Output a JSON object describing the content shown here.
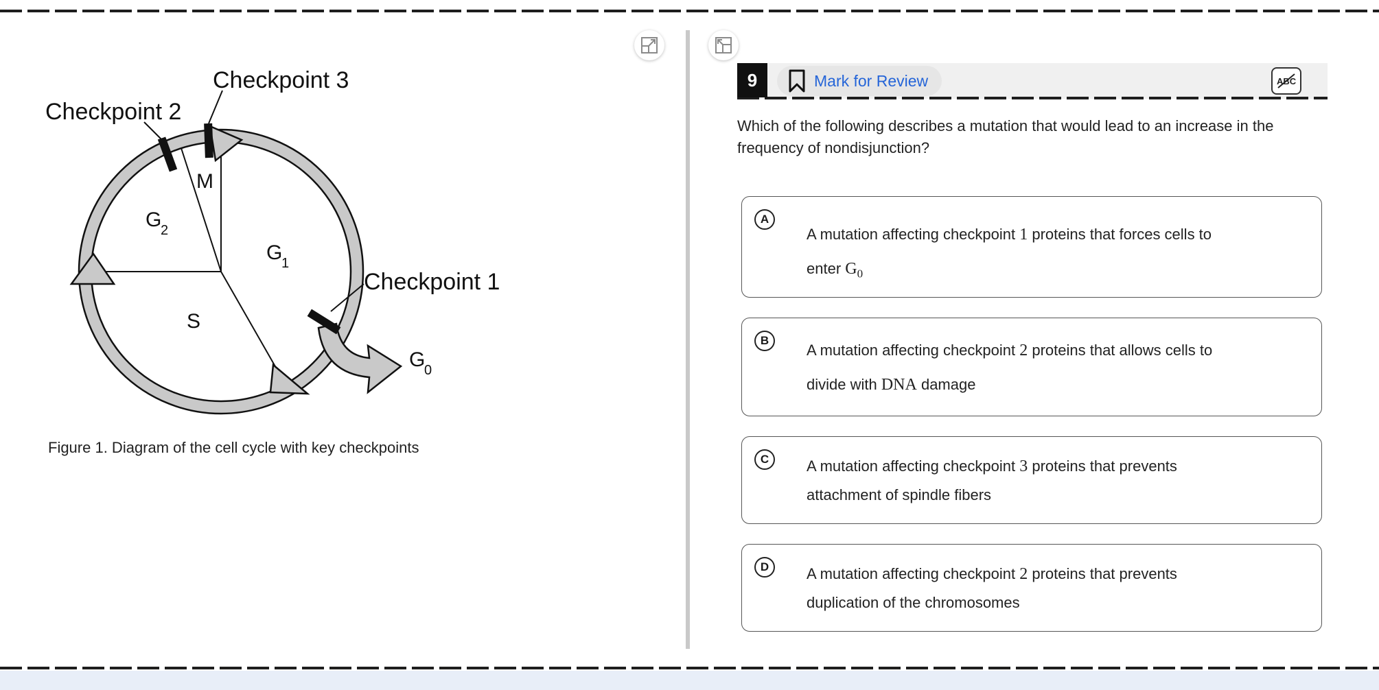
{
  "figure": {
    "labels": {
      "checkpoint_1": "Checkpoint 1",
      "checkpoint_2": "Checkpoint 2",
      "checkpoint_3": "Checkpoint 3",
      "g1": "G",
      "g1_sub": "1",
      "g2": "G",
      "g2_sub": "2",
      "g0": "G",
      "g0_sub": "0",
      "s": "S",
      "m": "M"
    },
    "caption": "Figure 1. Diagram of the cell cycle with key checkpoints"
  },
  "header": {
    "question_number": "9",
    "mark_for_review": "Mark for Review",
    "abc_label": "ABC"
  },
  "question": {
    "text": "Which of the following describes a mutation that would lead to an increase in the frequency of nondisjunction?"
  },
  "choices": [
    {
      "letter": "A",
      "p1": "A mutation affecting checkpoint ",
      "m1": "1",
      "p2": " proteins that forces cells to",
      "p3": "enter ",
      "m2": "G",
      "m2_sub": "0"
    },
    {
      "letter": "B",
      "p1": "A mutation affecting checkpoint ",
      "m1": "2",
      "p2": " proteins that allows cells to",
      "p3": "divide with ",
      "m2": "DNA",
      "p4": " damage"
    },
    {
      "letter": "C",
      "p1": "A mutation affecting checkpoint ",
      "m1": "3",
      "p2": " proteins that prevents",
      "p3": "attachment of spindle fibers"
    },
    {
      "letter": "D",
      "p1": "A mutation affecting checkpoint ",
      "m1": "2",
      "p2": " proteins that prevents",
      "p3": "duplication of the chromosomes"
    }
  ]
}
